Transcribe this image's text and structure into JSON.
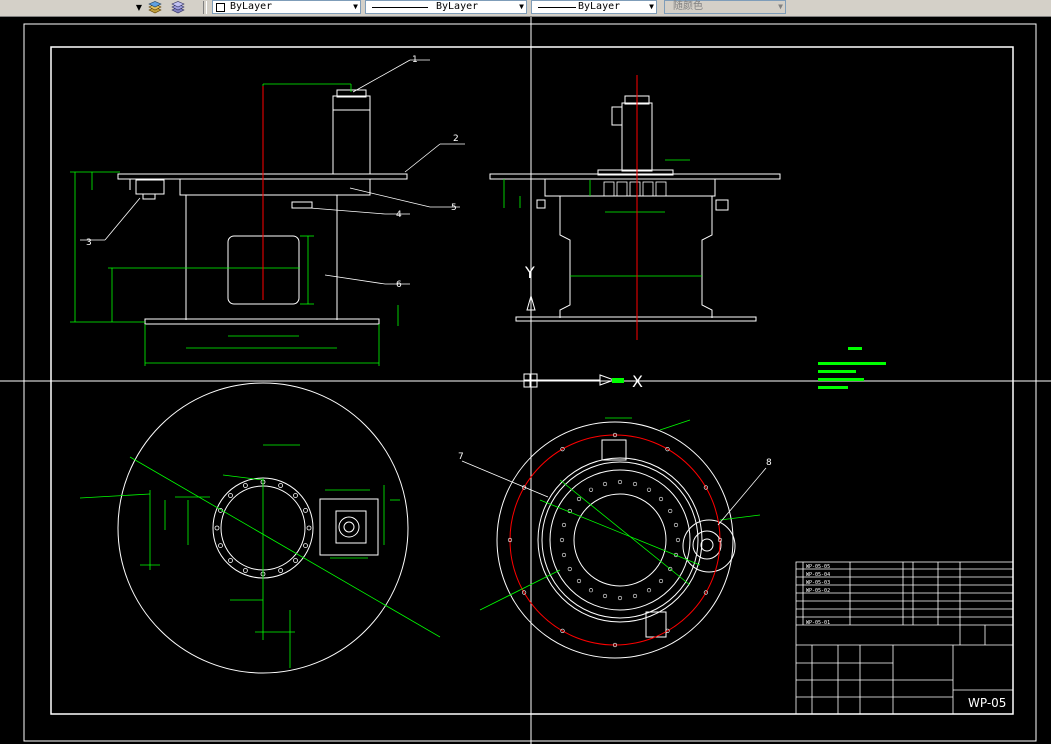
{
  "toolbar": {
    "layer_state_icons": [
      "layer-states-icon",
      "layer-previous-icon"
    ],
    "color_combo": {
      "value": "ByLayer"
    },
    "linetype_combo": {
      "value": "ByLayer"
    },
    "lineweight_combo": {
      "value": "ByLayer"
    },
    "plotstyle_combo": {
      "value": "随颜色"
    }
  },
  "drawing": {
    "colors": {
      "background": "#000000",
      "outline": "#ffffff",
      "dimension": "#00ff00",
      "centerline": "#ff0000"
    },
    "balloons": [
      "1",
      "2",
      "3",
      "4",
      "5",
      "6",
      "7",
      "8"
    ],
    "ucs": {
      "x_label": "X",
      "y_label": "Y"
    },
    "title_block": {
      "drawing_number": "WP-05",
      "parts": [
        "WP-05-05",
        "WP-05-04",
        "WP-05-03",
        "WP-05-02",
        "WP-05-01"
      ]
    }
  }
}
